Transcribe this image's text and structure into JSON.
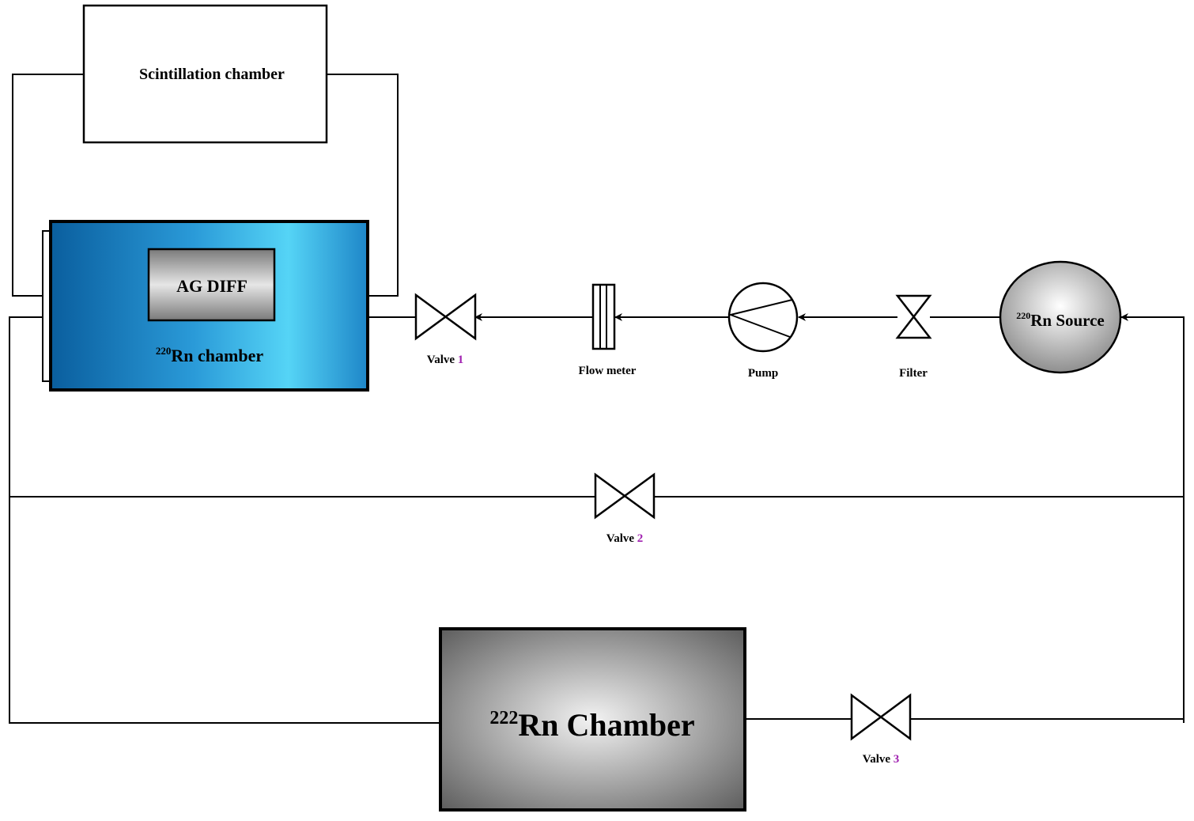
{
  "diagram": {
    "scintillation_label": "Scintillation chamber",
    "ag_diff_label": "AG DIFF",
    "rn220_chamber": {
      "sup": "220",
      "text": "Rn chamber"
    },
    "rn220_source": {
      "sup": "220",
      "text": "Rn Source"
    },
    "rn222_chamber": {
      "sup": "222",
      "text": "Rn Chamber"
    },
    "valve1": {
      "word": "Valve",
      "num": "1"
    },
    "valve2": {
      "word": "Valve",
      "num": "2"
    },
    "valve3": {
      "word": "Valve",
      "num": "3"
    },
    "flow_meter_label": "Flow meter",
    "pump_label": "Pump",
    "filter_label": "Filter",
    "colors": {
      "valve_number": "#a020b0",
      "rn220_chamber_blue": "#1a8fd0",
      "chamber_gray": "#8a8a8a"
    }
  }
}
